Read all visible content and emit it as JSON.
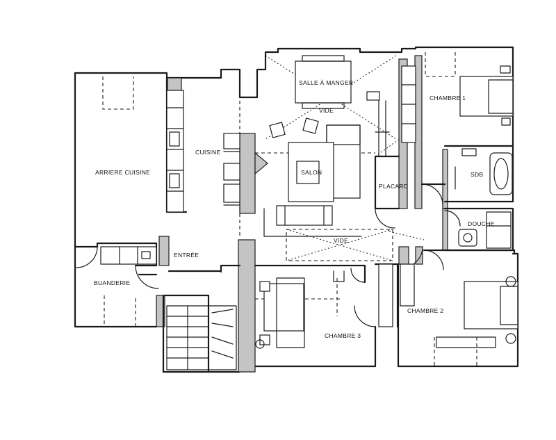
{
  "rooms": {
    "arriere_cuisine": "ARRIERE CUISINE",
    "cuisine": "CUISINE",
    "salle_a_manger": "SALLE À MANGER",
    "vide_top": "VIDE",
    "salon": "SALON",
    "placard": "PLACARD",
    "chambre_1": "CHAMBRE 1",
    "sdb": "SDB",
    "douche": "DOUCHE",
    "vide_middle": "VIDE",
    "entree": "ENTRÉE",
    "buanderie": "BUANDERIE",
    "chambre_3": "CHAMBRE 3",
    "chambre_2": "CHAMBRE 2"
  },
  "colors": {
    "ink": "#1a1a1a",
    "wall_fill": "#c4c4c4",
    "background": "#ffffff"
  }
}
